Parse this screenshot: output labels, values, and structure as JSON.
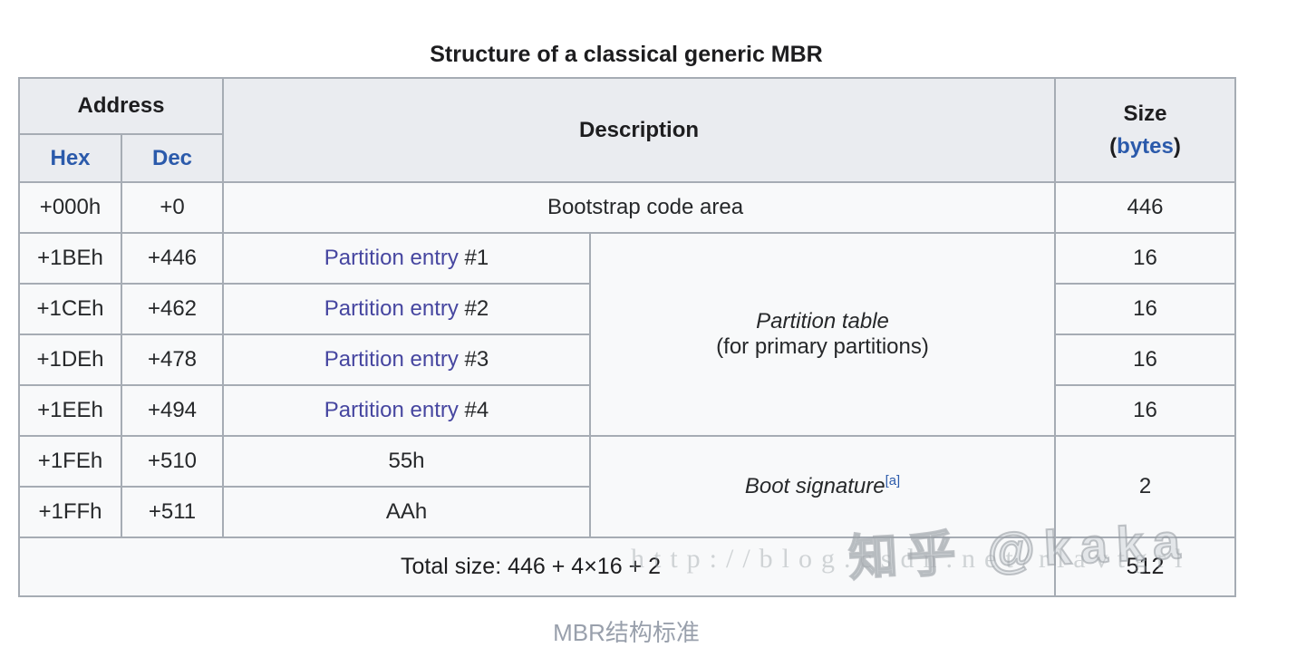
{
  "title": "Structure of a classical generic MBR",
  "caption": "MBR结构标准",
  "table": {
    "headers": {
      "address": "Address",
      "hex": "Hex",
      "dec": "Dec",
      "description": "Description",
      "size": "Size",
      "size_paren_open": "(",
      "size_bytes_link": "bytes",
      "size_paren_close": ")"
    },
    "rows": [
      {
        "hex": "+000h",
        "dec": "+0",
        "description": "Bootstrap code area",
        "size": "446"
      },
      {
        "hex": "+1BEh",
        "dec": "+446",
        "entry_link": "Partition entry",
        "entry_suffix": " #1",
        "size": "16"
      },
      {
        "hex": "+1CEh",
        "dec": "+462",
        "entry_link": "Partition entry",
        "entry_suffix": " #2",
        "size": "16"
      },
      {
        "hex": "+1DEh",
        "dec": "+478",
        "entry_link": "Partition entry",
        "entry_suffix": " #3",
        "size": "16"
      },
      {
        "hex": "+1EEh",
        "dec": "+494",
        "entry_link": "Partition entry",
        "entry_suffix": " #4",
        "size": "16"
      },
      {
        "hex": "+1FEh",
        "dec": "+510",
        "value": "55h",
        "size": "2"
      },
      {
        "hex": "+1FFh",
        "dec": "+511",
        "value": "AAh"
      }
    ],
    "partition_table": {
      "line1": "Partition table",
      "line2": "(for primary partitions)"
    },
    "boot_signature": {
      "label": "Boot signature",
      "footnote": "[a]"
    },
    "footer": {
      "total_label": "Total size: 446 + 4×16 + 2",
      "total_value": "512"
    }
  },
  "watermarks": {
    "csdn_url": "http://blog.csdn.net/rlavtgrl",
    "zhihu": "知乎 @kaka"
  },
  "colors": {
    "link_blue": "#2b5aab",
    "visited_link_purple": "#4646a0",
    "header_bg": "#eaecf0",
    "cell_bg": "#f8f9fa",
    "footer_bg": "#eaecf0",
    "border": "#a6acb4",
    "text": "#202122",
    "caption_gray": "#99a0ac"
  }
}
